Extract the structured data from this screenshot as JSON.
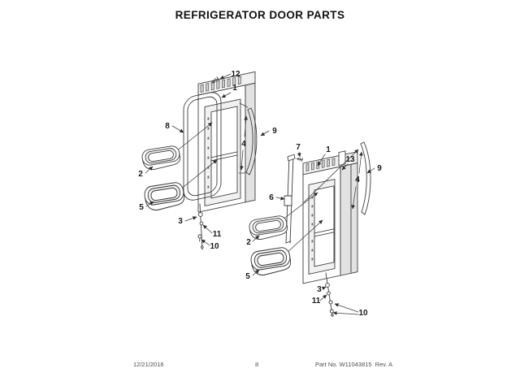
{
  "title": "REFRIGERATOR DOOR PARTS",
  "footer": {
    "date": "12/21/2016",
    "page_number": "8",
    "part_info": "Part No. W11043815  Rev. A"
  },
  "colors": {
    "background": "#ffffff",
    "line_color": "#3d3d3d",
    "label_color": "#1a1a1a",
    "footer_color": "#4d4d4d"
  },
  "callouts": {
    "left_door": {
      "screw_top": "12",
      "door_panel": "1",
      "gasket": "8",
      "handle_trim": "9",
      "trim_length": "4",
      "upper_bin": "2",
      "lower_bin": "5",
      "hinge_grommet": "3",
      "hinge_washer": "11",
      "hinge_screws": "10"
    },
    "right_door": {
      "rail_screw": "7",
      "door_panel": "1",
      "hinge_cap": "13",
      "trim_length": "4",
      "handle_trim": "9",
      "rail": "6",
      "upper_bin": "2",
      "lower_bin": "5",
      "hinge_grommet": "3",
      "hinge_washer": "11",
      "hinge_screws": "10"
    }
  }
}
